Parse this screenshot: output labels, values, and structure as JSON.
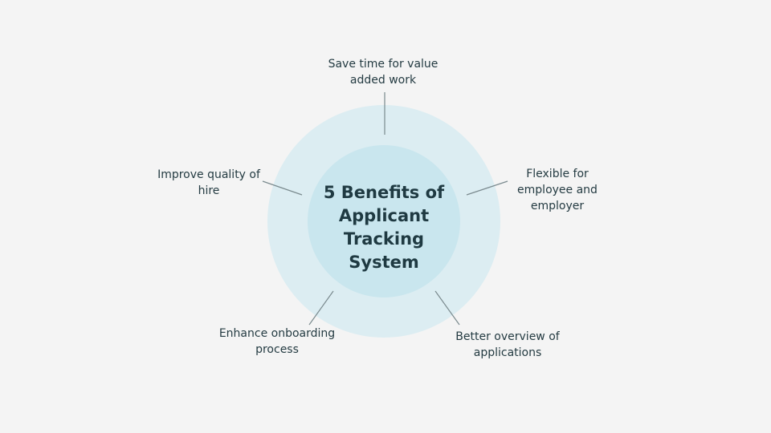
{
  "title": "5 Benefits of Applicant Tracking System",
  "colors": {
    "background": "#f4f4f4",
    "outer_circle": "#dcedf2",
    "inner_circle": "#c9e6ee",
    "text": "#1f3a42",
    "line": "#7a8a8e"
  },
  "benefits": [
    {
      "label": "Save time for value added work"
    },
    {
      "label": "Flexible for employee and employer"
    },
    {
      "label": "Better overview of applications"
    },
    {
      "label": "Enhance onboarding process"
    },
    {
      "label": "Improve quality of hire"
    }
  ]
}
